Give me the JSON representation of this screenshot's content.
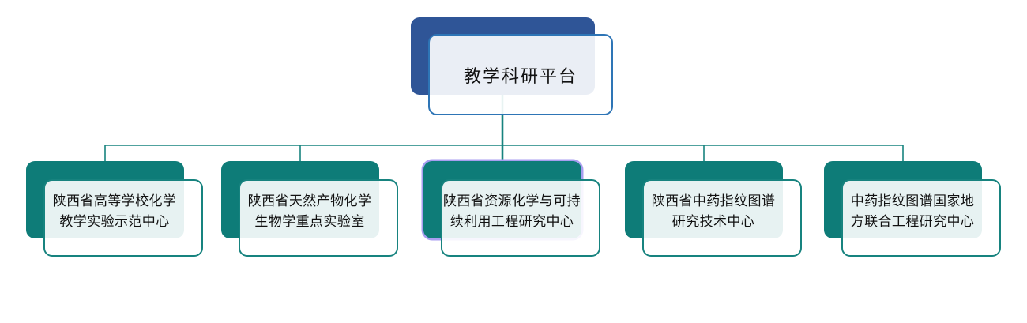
{
  "diagram": {
    "type": "org-chart",
    "root": {
      "label": "教学科研平台",
      "selected": false
    },
    "children": [
      {
        "line1": "陕西省高等学校化学",
        "line2": "教学实验示范中心",
        "selected": false
      },
      {
        "line1": "陕西省天然产物化学",
        "line2": "生物学重点实验室",
        "selected": false
      },
      {
        "line1": "陕西省资源化学与可持",
        "line2": "续利用工程研究中心",
        "selected": true
      },
      {
        "line1": "陕西省中药指纹图谱",
        "line2": "研究技术中心",
        "selected": false
      },
      {
        "line1": "中药指纹图谱国家地",
        "line2": "方联合工程研究中心",
        "selected": false
      }
    ]
  },
  "colors": {
    "background": "#FFFFFF",
    "root_fill": "#2F5597",
    "root_border": "#2E75B6",
    "child_fill": "#0E7C78",
    "child_border": "#17837F",
    "connector": "#17837F",
    "selection_outline": "#A89EF0",
    "text": "#111111",
    "panel_fill": "rgba(255,255,255,0.9)"
  }
}
